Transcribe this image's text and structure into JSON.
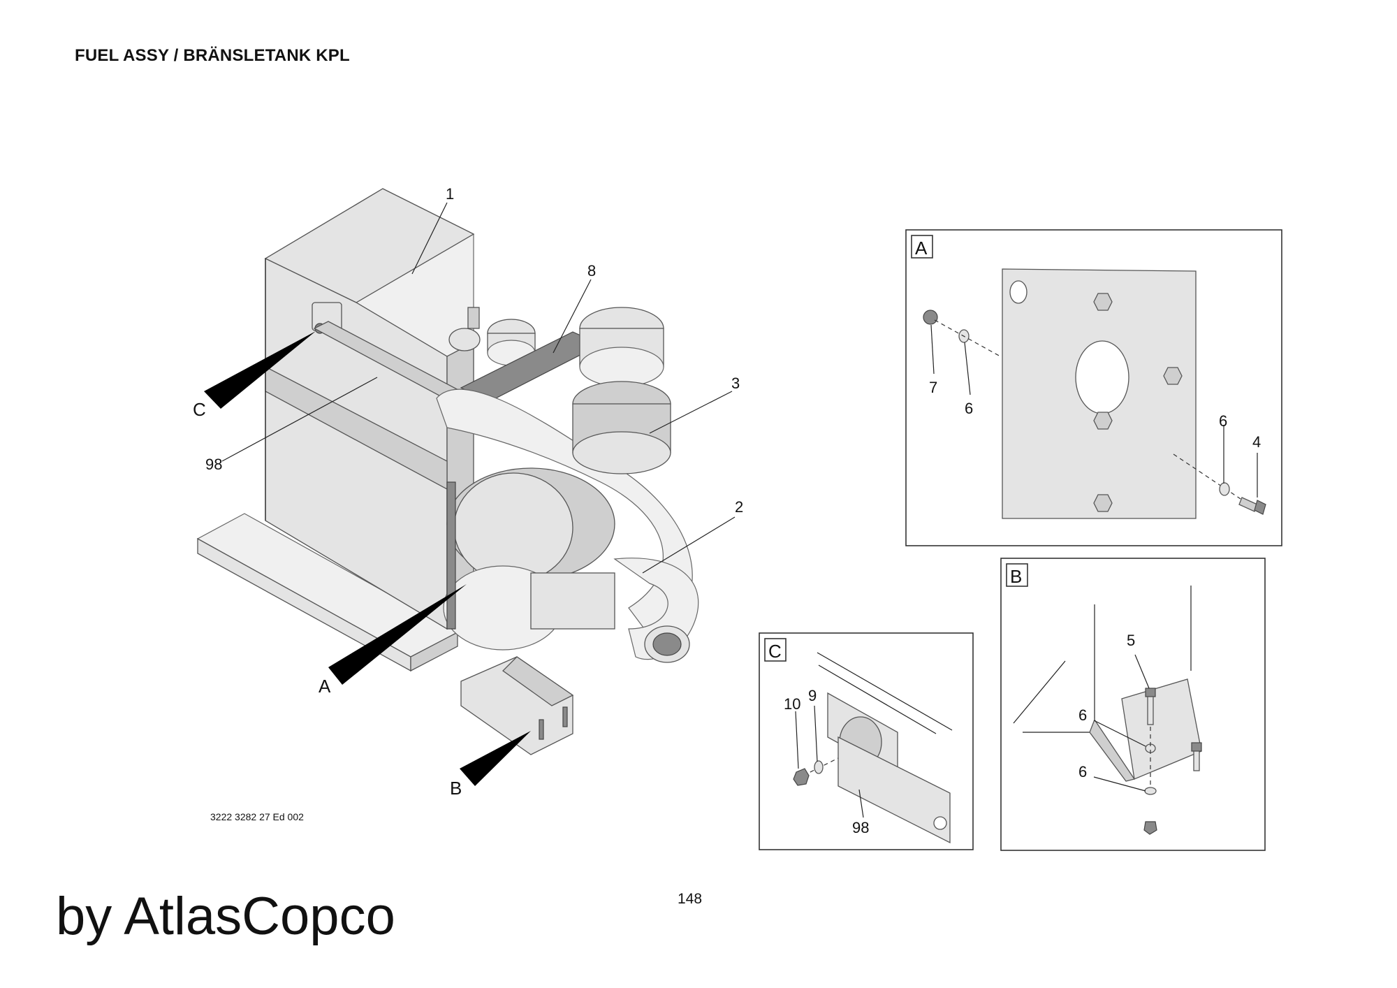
{
  "page": {
    "title": "FUEL ASSY / BRÄNSLETANK KPL",
    "document_number": "3222 3282 27 Ed 002",
    "page_number": "148",
    "brand_text": "by AtlasCopco"
  },
  "main_view": {
    "callouts": [
      "1",
      "8",
      "3",
      "2",
      "98"
    ],
    "detail_arrows": [
      "C",
      "A",
      "B"
    ]
  },
  "detail_a": {
    "tag": "A",
    "callouts": [
      "7",
      "6",
      "6",
      "4"
    ]
  },
  "detail_b": {
    "tag": "B",
    "callouts": [
      "5",
      "6",
      "6"
    ]
  },
  "detail_c": {
    "tag": "C",
    "callouts": [
      "10",
      "9",
      "98"
    ]
  }
}
